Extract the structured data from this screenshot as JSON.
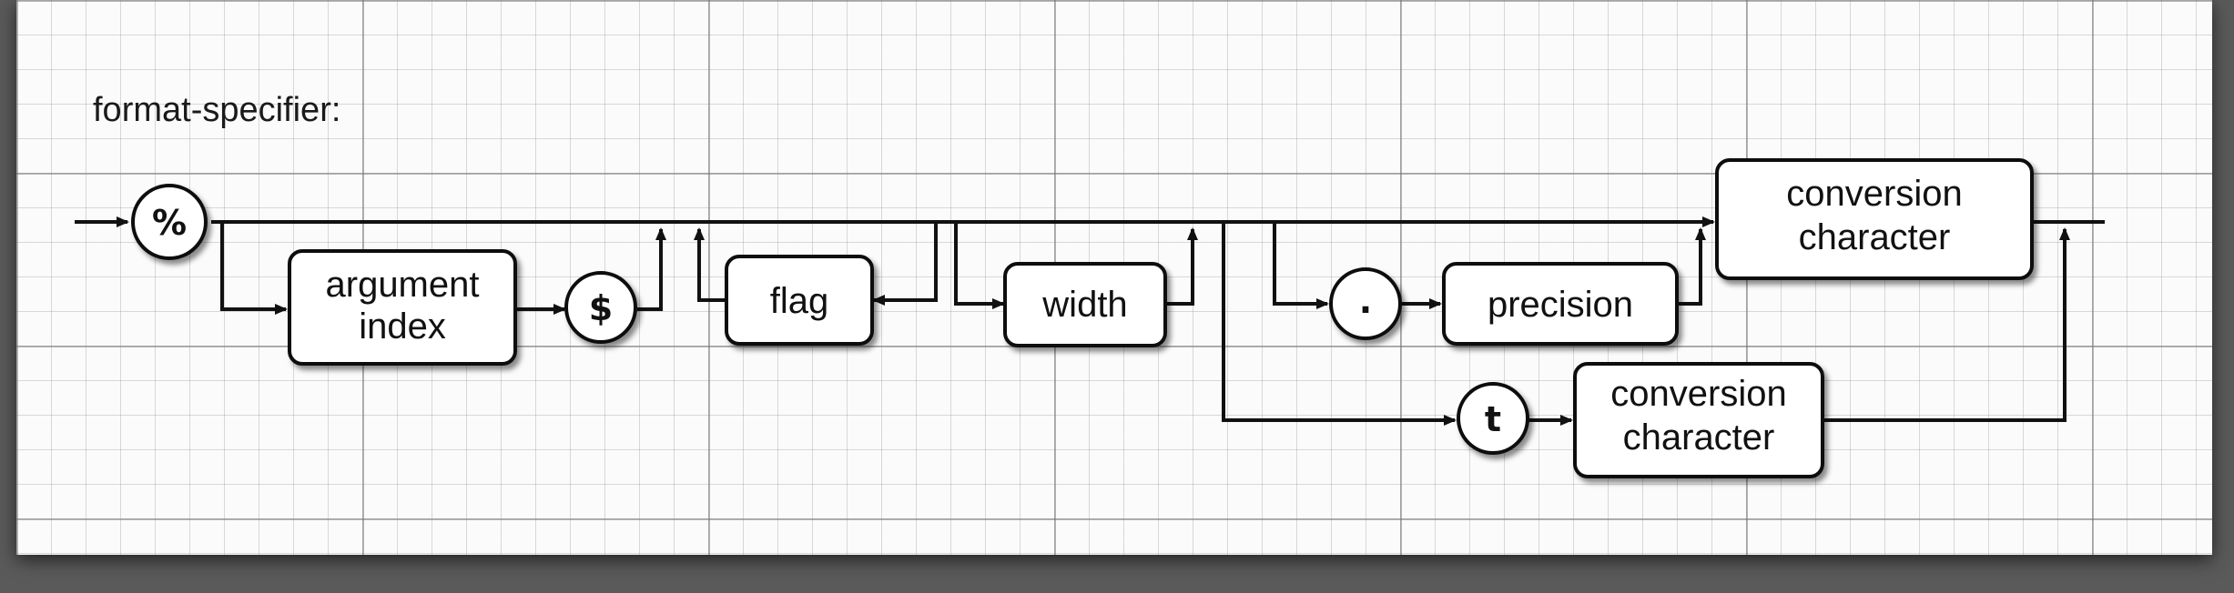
{
  "diagram": {
    "title": "format-specifier:",
    "symbols": {
      "percent": "%",
      "dollar": "$",
      "dot": ".",
      "t": "t"
    },
    "boxes": {
      "argument_index": [
        "argument",
        "index"
      ],
      "flag": "flag",
      "width": "width",
      "precision": "precision",
      "conversion_top": [
        "conversion",
        "character"
      ],
      "conversion_bottom": [
        "conversion",
        "character"
      ]
    }
  }
}
